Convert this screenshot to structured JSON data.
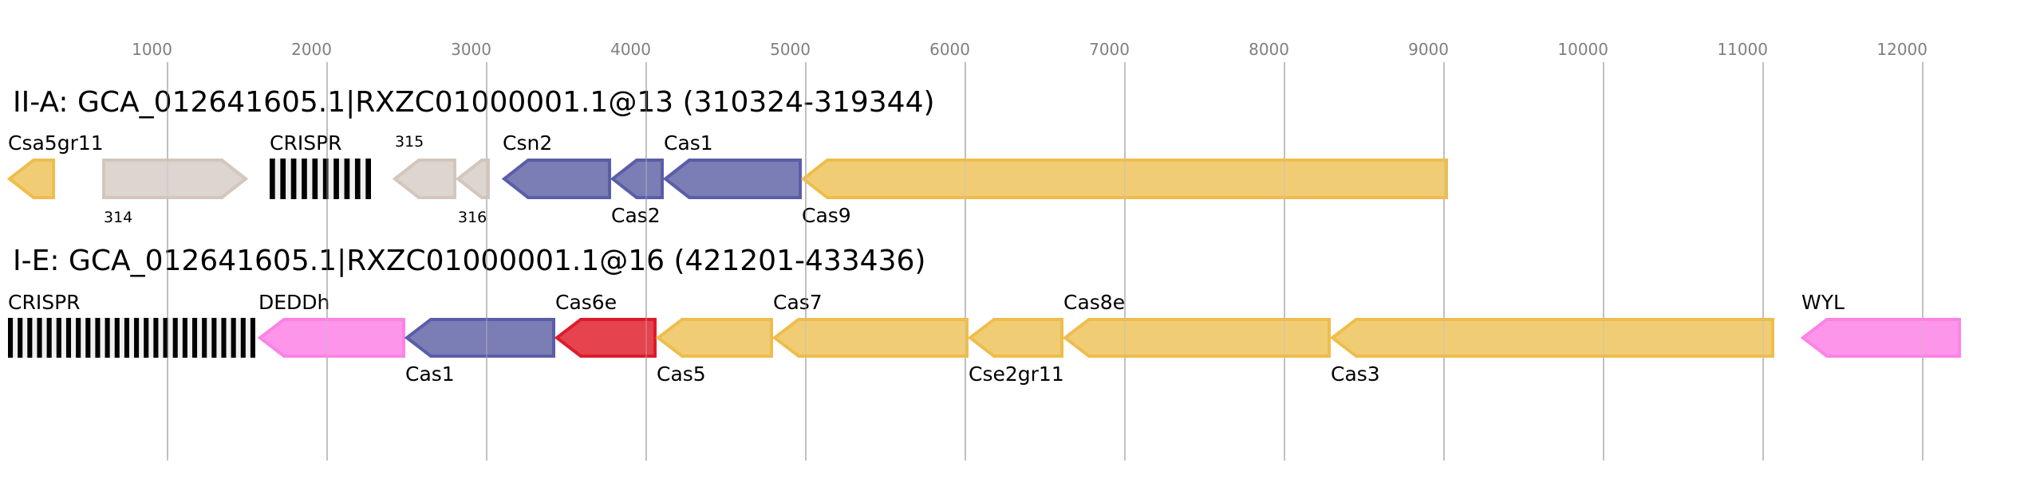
{
  "axis": {
    "ticks": [
      1000,
      2000,
      3000,
      4000,
      5000,
      6000,
      7000,
      8000,
      9000,
      10000,
      11000,
      12000
    ],
    "gridline_color": "#c0c0c0",
    "tick_label_color": "#808080"
  },
  "colors": {
    "gold": {
      "fill": "#f0cd75",
      "stroke": "#efbd4c"
    },
    "beige": {
      "fill": "#dcd5d0",
      "stroke": "#d3c6bc"
    },
    "blue": {
      "fill": "#7b7db5",
      "stroke": "#5a5ea8"
    },
    "red": {
      "fill": "#e5444f",
      "stroke": "#dc1c2c"
    },
    "pink": {
      "fill": "#fd96ea",
      "stroke": "#fd82e6"
    },
    "crispr_bar": "#000000",
    "crispr_bg": "#f0f0f0"
  },
  "tracks": [
    {
      "title": "II-A: GCA_012641605.1|RXZC01000001.1@13 (310324-319344)",
      "features": [
        {
          "name": "Csa5gr11",
          "type": "gene",
          "start": 0,
          "end": 295,
          "strand": "-",
          "color": "gold",
          "label_pos": "above",
          "small": false
        },
        {
          "name": "314",
          "type": "gene",
          "start": 590,
          "end": 1500,
          "strand": "+",
          "color": "beige",
          "label_pos": "below",
          "small": true
        },
        {
          "name": "CRISPR",
          "type": "crispr",
          "start": 1640,
          "end": 2275,
          "repeats": 10,
          "label_pos": "above",
          "small": false
        },
        {
          "name": "315",
          "type": "gene",
          "start": 2415,
          "end": 2810,
          "strand": "-",
          "color": "beige",
          "label_pos": "above",
          "small": true
        },
        {
          "name": "316",
          "type": "gene",
          "start": 2810,
          "end": 3020,
          "strand": "-",
          "color": "beige",
          "label_pos": "below",
          "small": true
        },
        {
          "name": "Csn2",
          "type": "gene",
          "start": 3100,
          "end": 3780,
          "strand": "-",
          "color": "blue",
          "label_pos": "above",
          "small": false
        },
        {
          "name": "Cas2",
          "type": "gene",
          "start": 3780,
          "end": 4110,
          "strand": "-",
          "color": "blue",
          "label_pos": "below",
          "small": false
        },
        {
          "name": "Cas1",
          "type": "gene",
          "start": 4110,
          "end": 4975,
          "strand": "-",
          "color": "blue",
          "label_pos": "above",
          "small": false
        },
        {
          "name": "Cas9",
          "type": "gene",
          "start": 4975,
          "end": 9025,
          "strand": "-",
          "color": "gold",
          "label_pos": "below",
          "small": false
        }
      ]
    },
    {
      "title": "I-E: GCA_012641605.1|RXZC01000001.1@16 (421201-433436)",
      "features": [
        {
          "name": "CRISPR",
          "type": "crispr",
          "start": 0,
          "end": 1550,
          "repeats": 26,
          "label_pos": "above",
          "small": false
        },
        {
          "name": "DEDDh",
          "type": "gene",
          "start": 1570,
          "end": 2490,
          "strand": "-",
          "color": "pink",
          "label_pos": "above",
          "small": false
        },
        {
          "name": "Cas1",
          "type": "gene",
          "start": 2490,
          "end": 3430,
          "strand": "-",
          "color": "blue",
          "label_pos": "below",
          "small": false
        },
        {
          "name": "Cas6e",
          "type": "gene",
          "start": 3430,
          "end": 4065,
          "strand": "-",
          "color": "red",
          "label_pos": "above",
          "small": false
        },
        {
          "name": "Cas5",
          "type": "gene",
          "start": 4065,
          "end": 4795,
          "strand": "-",
          "color": "gold",
          "label_pos": "below",
          "small": false
        },
        {
          "name": "Cas7",
          "type": "gene",
          "start": 4795,
          "end": 6020,
          "strand": "-",
          "color": "gold",
          "label_pos": "above",
          "small": false
        },
        {
          "name": "Cse2gr11",
          "type": "gene",
          "start": 6020,
          "end": 6615,
          "strand": "-",
          "color": "gold",
          "label_pos": "below",
          "small": false
        },
        {
          "name": "Cas8e",
          "type": "gene",
          "start": 6615,
          "end": 8290,
          "strand": "-",
          "color": "gold",
          "label_pos": "above",
          "small": false
        },
        {
          "name": "Cas3",
          "type": "gene",
          "start": 8290,
          "end": 11070,
          "strand": "-",
          "color": "gold",
          "label_pos": "below",
          "small": false
        },
        {
          "name": "WYL",
          "type": "gene",
          "start": 11240,
          "end": 12240,
          "strand": "-",
          "color": "pink",
          "label_pos": "above",
          "small": false
        }
      ]
    }
  ]
}
